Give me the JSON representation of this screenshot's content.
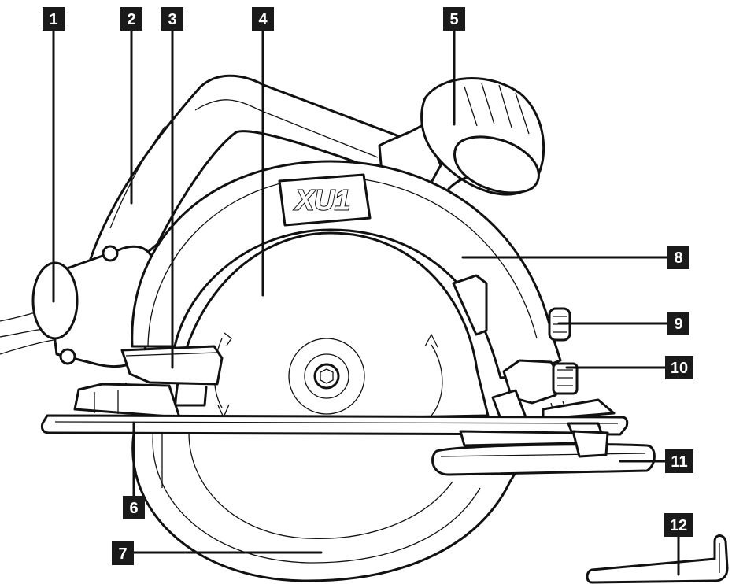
{
  "diagram": {
    "brand_logo": "XU1",
    "callouts": [
      {
        "id": "c1",
        "label": "1"
      },
      {
        "id": "c2",
        "label": "2"
      },
      {
        "id": "c3",
        "label": "3"
      },
      {
        "id": "c4",
        "label": "4"
      },
      {
        "id": "c5",
        "label": "5"
      },
      {
        "id": "c6",
        "label": "6"
      },
      {
        "id": "c7",
        "label": "7"
      },
      {
        "id": "c8",
        "label": "8"
      },
      {
        "id": "c9",
        "label": "9"
      },
      {
        "id": "c10",
        "label": "10"
      },
      {
        "id": "c11",
        "label": "11"
      },
      {
        "id": "c12",
        "label": "12"
      }
    ],
    "colors": {
      "ink": "#111111",
      "paper": "#ffffff",
      "badge": "#1a1a1a"
    }
  }
}
